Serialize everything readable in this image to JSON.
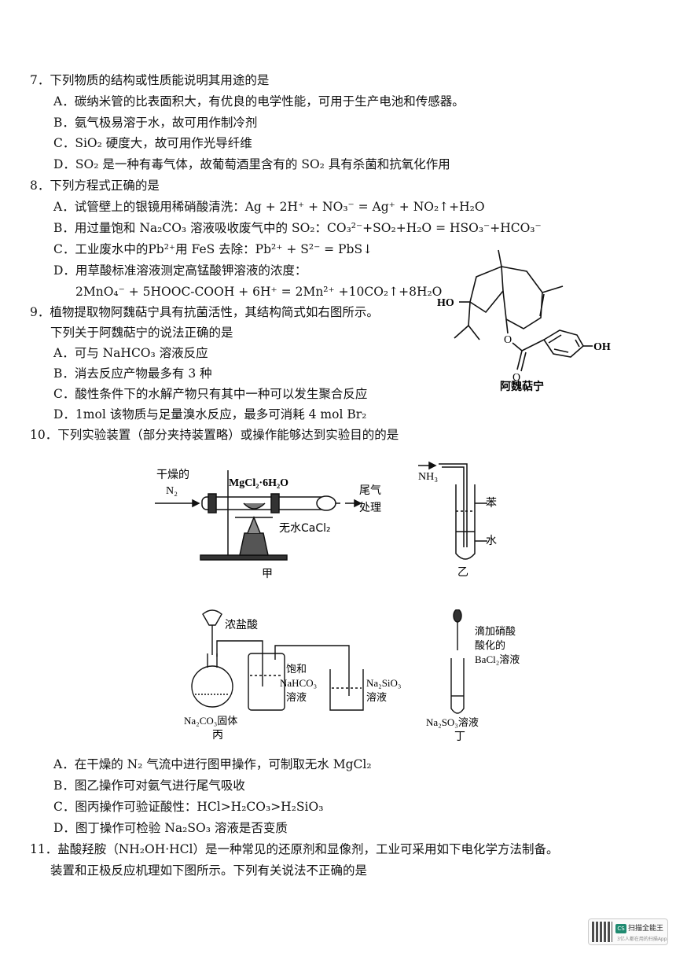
{
  "q7": {
    "stem": "7．下列物质的结构或性质能说明其用途的是",
    "A": "A．碳纳米管的比表面积大，有优良的电学性能，可用于生产电池和传感器。",
    "B": "B．氨气极易溶于水，故可用作制冷剂",
    "C": "C．SiO₂ 硬度大，故可用作光导纤维",
    "D": "D．SO₂ 是一种有毒气体，故葡萄酒里含有的 SO₂ 具有杀菌和抗氧化作用"
  },
  "q8": {
    "stem": "8．下列方程式正确的是",
    "A": "A．试管壁上的银镜用稀硝酸清洗：Ag + 2H⁺ + NO₃⁻ = Ag⁺ + NO₂↑+H₂O",
    "B": "B．用过量饱和 Na₂CO₃ 溶液吸收废气中的 SO₂：CO₃²⁻+SO₂+H₂O = HSO₃⁻+HCO₃⁻",
    "C": "C．工业废水中的Pb²⁺用 FeS 去除：Pb²⁺ + S²⁻ = PbS↓",
    "D": "D．用草酸标准溶液测定高锰酸钾溶液的浓度：",
    "D_eq": "2MnO₄⁻ + 5HOOC-COOH + 6H⁺ = 2Mn²⁺ +10CO₂↑+8H₂O"
  },
  "q9": {
    "stem1": "9．植物提取物阿魏萜宁具有抗菌活性，其结构简式如右图所示。",
    "stem2": "下列关于阿魏萜宁的说法正确的是",
    "A": "A．可与 NaHCO₃ 溶液反应",
    "B": "B．消去反应产物最多有 3 种",
    "C": "C．酸性条件下的水解产物只有其中一种可以发生聚合反应",
    "D": "D．1mol 该物质与足量溴水反应，最多可消耗 4 mol Br₂",
    "structure": {
      "ho_left": "HO",
      "oh_right": "OH",
      "o_ester": "O",
      "o_carbonyl": "O",
      "name": "阿魏萜宁"
    }
  },
  "q10": {
    "stem": "10．下列实验装置（部分夹持装置略）或操作能够达到实验目的的是",
    "fig_jia": {
      "gas_in_1": "干燥的",
      "gas_in_2": "N₂",
      "reagent": "MgCl₂·6H₂O",
      "tail_1": "尾气",
      "tail_2": "处理",
      "drying": "无水CaCl₂",
      "label": "甲"
    },
    "fig_yi": {
      "gas": "NH₃",
      "upper": "苯",
      "lower": "水",
      "label": "乙"
    },
    "fig_bing": {
      "acid": "浓盐酸",
      "solid": "Na₂CO₃固体",
      "wash_1": "饱和",
      "wash_2": "NaHCO₃",
      "wash_3": "溶液",
      "beaker_1": "Na₂SiO₃",
      "beaker_2": "溶液",
      "label": "丙"
    },
    "fig_ding": {
      "drop_1": "滴加硝酸",
      "drop_2": "酸化的",
      "drop_3": "BaCl₂溶液",
      "tube": "Na₂SO₃溶液",
      "label": "丁"
    },
    "A": "A．在干燥的 N₂ 气流中进行图甲操作，可制取无水 MgCl₂",
    "B": "B．图乙操作可对氨气进行尾气吸收",
    "C": "C．图丙操作可验证酸性：HCl>H₂CO₃>H₂SiO₃",
    "D": "D．图丁操作可检验 Na₂SO₃ 溶液是否变质"
  },
  "q11": {
    "line1": "11．盐酸羟胺（NH₂OH·HCl）是一种常见的还原剂和显像剂，工业可采用如下电化学方法制备。",
    "line2": "装置和正极反应机理如下图所示。下列有关说法不正确的是"
  },
  "badge": {
    "logo": "CS",
    "title": "扫描全能王",
    "sub": "3亿人都在用的扫描App"
  }
}
